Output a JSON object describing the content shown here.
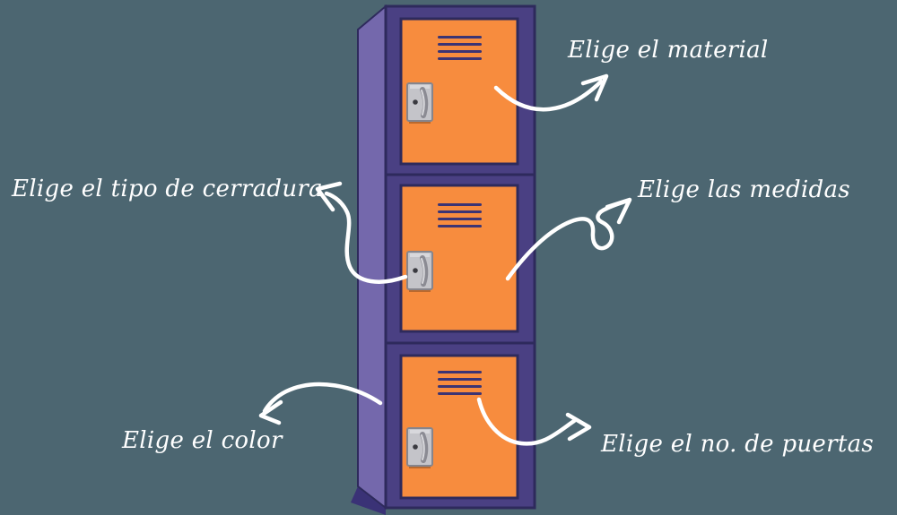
{
  "labels": {
    "material": "Elige el material",
    "lock_type": "Elige el tipo de cerradura",
    "measurements": "Elige las medidas",
    "color": "Elige el color",
    "door_count": "Elige el no. de puertas"
  },
  "locker": {
    "sections": 3,
    "vent_slats_per_door": 4,
    "handles": 3
  },
  "colors": {
    "background": "#4C6671",
    "door_orange": "#F78C3E",
    "frame_purple": "#4A4083",
    "frame_outline": "#2E2A5C",
    "side_panel_purple": "#7468AC",
    "base_shadow": "#3A3276",
    "vent": "#3B3474",
    "handle_plate": "#C4C4C9",
    "handle_border": "#85858D",
    "handle_bar": "#8B8B93",
    "handle_bar_highlight": "#D8D8DC",
    "keyhole": "#3A3A40",
    "arrow": "#FFFFFF",
    "label_text": "#FFFFFF"
  }
}
